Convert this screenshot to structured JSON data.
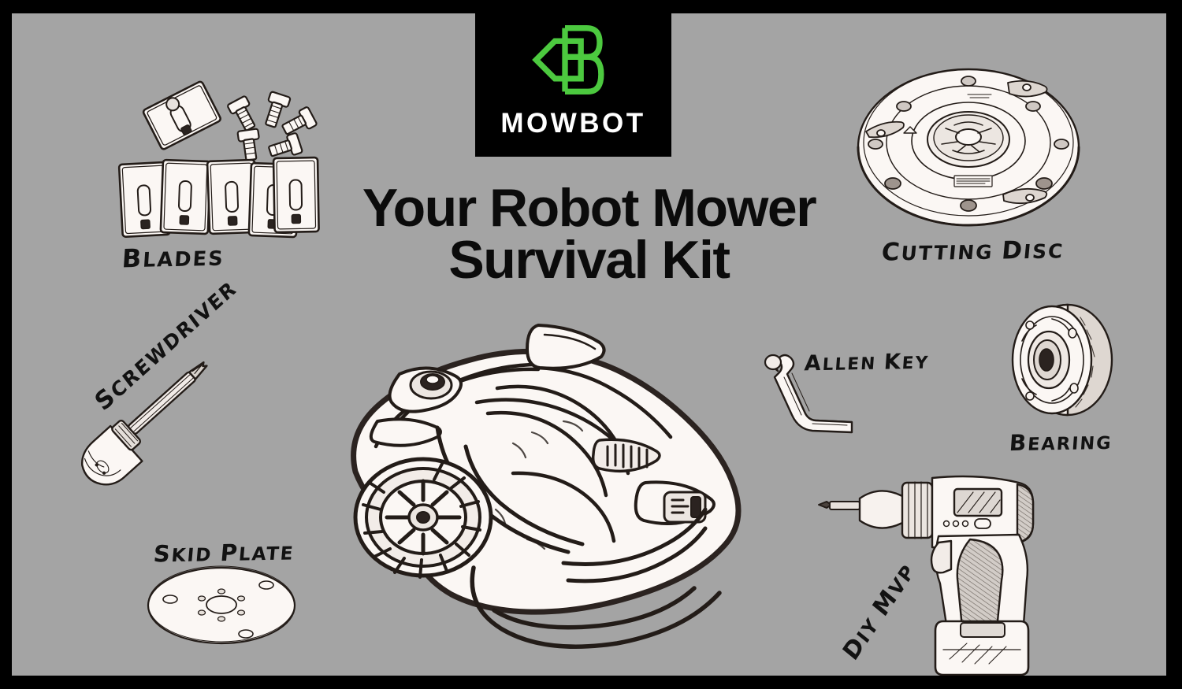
{
  "poster": {
    "background_color": "#a4a4a4",
    "frame_color": "#000000",
    "title_line1": "Your Robot Mower",
    "title_line2": "Survival Kit"
  },
  "brand": {
    "wordmark": "MOWBOT",
    "logo_icon": "mowbot-b-logo-icon",
    "logo_green": "#4CC93F",
    "box_background": "#000000",
    "wordmark_color": "#FFFFFF"
  },
  "items": [
    {
      "key": "blades",
      "label": "BLADES",
      "icon": "mower-blades-icon"
    },
    {
      "key": "cutting_disc",
      "label": "Cutting Disc",
      "icon": "cutting-disc-icon"
    },
    {
      "key": "screwdriver",
      "label": "Screwdriver",
      "icon": "screwdriver-icon"
    },
    {
      "key": "skid_plate",
      "label": "Skid Plate",
      "icon": "skid-plate-icon"
    },
    {
      "key": "allen_key",
      "label": "Allen Key",
      "icon": "allen-key-icon"
    },
    {
      "key": "bearing",
      "label": "BEARING",
      "icon": "bearing-icon"
    },
    {
      "key": "drill",
      "label": "DIY MVP",
      "icon": "cordless-drill-icon"
    },
    {
      "key": "mower",
      "label": "",
      "icon": "robot-mower-icon"
    }
  ],
  "labels": {
    "blades": {
      "first": "B",
      "rest": "LADES"
    },
    "cutting": {
      "first": "C",
      "rest": "UTTING ",
      "second": "D",
      "rest2": "ISC"
    },
    "screwdriver": {
      "first": "S",
      "rest": "CREWDRIVER"
    },
    "skid": {
      "first": "S",
      "rest": "KID ",
      "second": "P",
      "rest2": "LATE"
    },
    "allen": {
      "first": "A",
      "rest": "LLEN ",
      "second": "K",
      "rest2": "EY"
    },
    "bearing": {
      "first": "B",
      "rest": "EARING"
    },
    "diy": {
      "first": "D",
      "rest": "IY ",
      "second": "M",
      "rest2": "VP"
    }
  }
}
